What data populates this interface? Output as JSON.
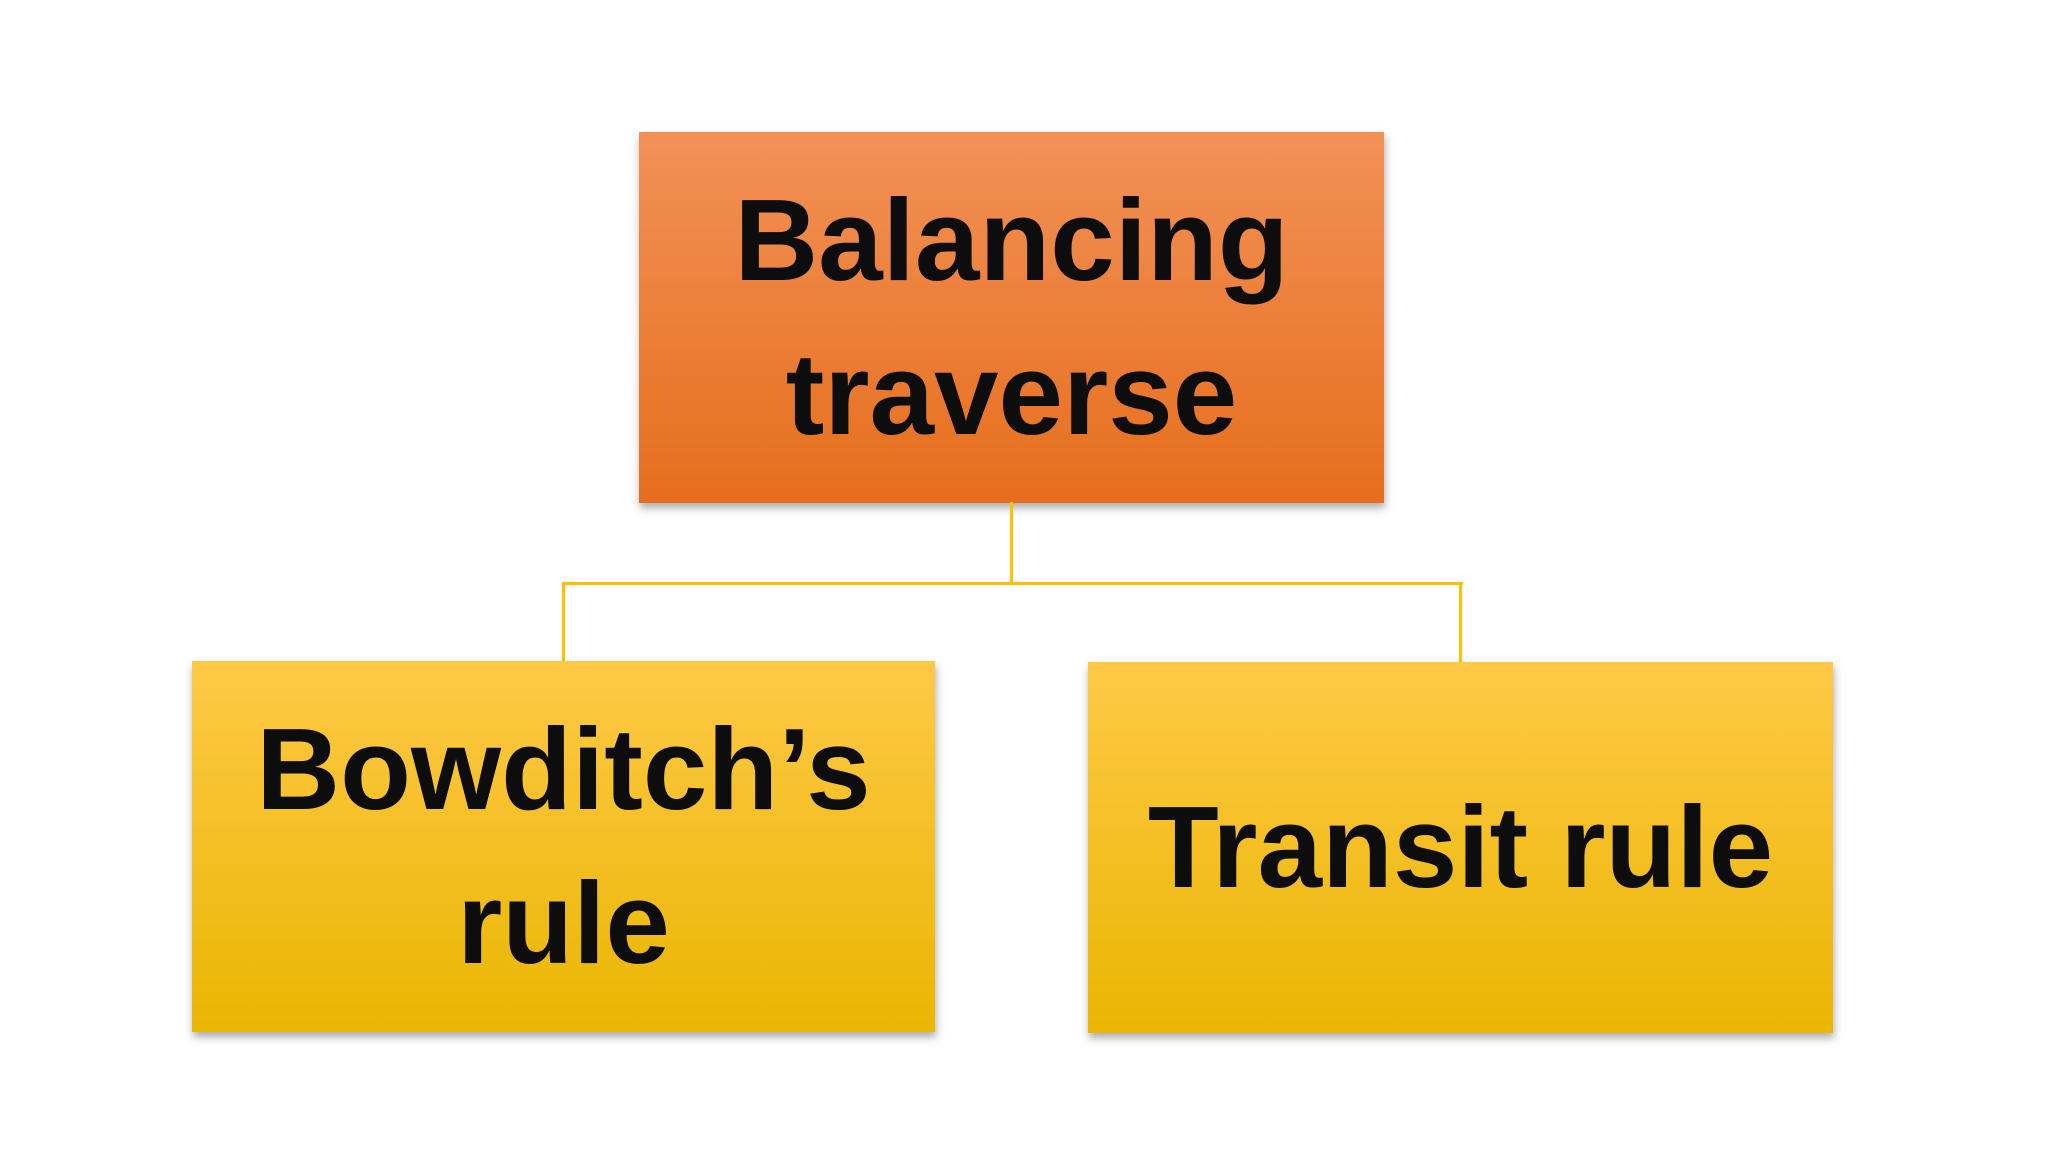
{
  "diagram": {
    "type": "hierarchy",
    "background_color": "#FFFFFF",
    "connector_color": "#FFC000",
    "text_color": "#0D0D0D",
    "root": {
      "label": "Balancing traverse",
      "fill_top": "#F29157",
      "fill_bottom": "#E66E1C"
    },
    "children": [
      {
        "label": "Bowditch’s rule",
        "fill_top": "#FFC946",
        "fill_bottom": "#E9B602"
      },
      {
        "label": "Transit rule",
        "fill_top": "#FFC946",
        "fill_bottom": "#E9B602"
      }
    ]
  }
}
